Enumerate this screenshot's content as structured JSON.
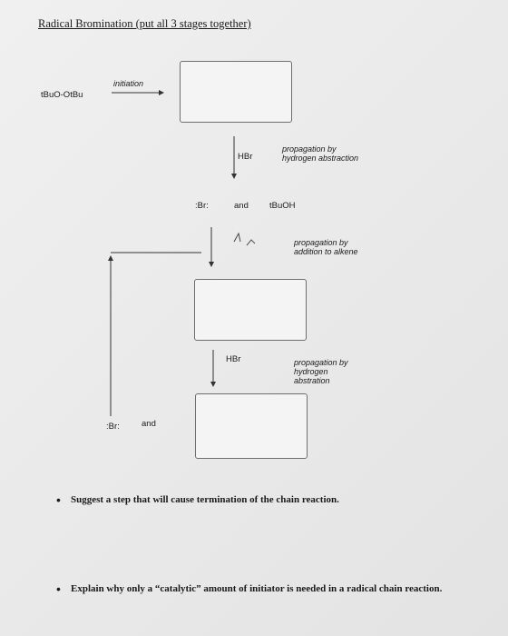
{
  "title": "Radical Bromination (put all 3 stages together)",
  "initiator": "tBuO-OtBu",
  "labels": {
    "initiation": "initiation",
    "propagation_abstraction": [
      "propagation by",
      "hydrogen abstraction"
    ],
    "propagation_addition": [
      "propagation by",
      "addition to alkene"
    ],
    "propagation_abstraction_2": [
      "propagation by",
      "hydrogen",
      "abstration"
    ]
  },
  "reagents": {
    "hbr_1": "HBr",
    "hbr_2": "HBr",
    "br_radical_1": ":Br:",
    "and_1": "and",
    "tbuoh": "tBuOH",
    "br_radical_2": ":Br:",
    "and_2": "and"
  },
  "questions": [
    "Suggest a step that will cause termination of the chain reaction.",
    "Explain why only a “catalytic” amount of initiator is needed in a radical chain reaction."
  ],
  "bullet_symbol": "•"
}
